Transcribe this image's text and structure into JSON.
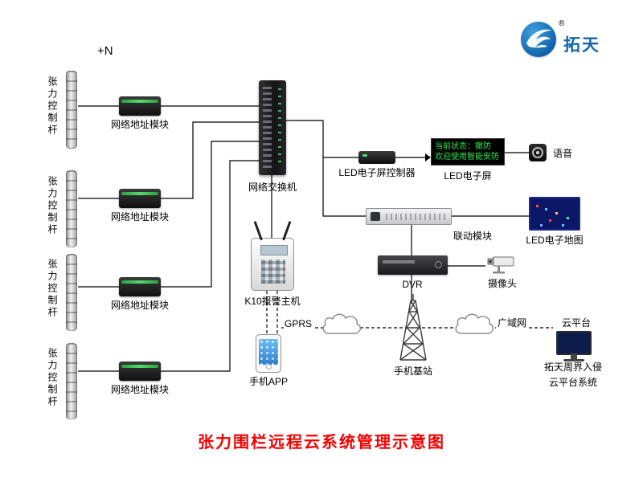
{
  "annotation": {
    "plus_n": "+N"
  },
  "logo": {
    "text": "拓天",
    "registered": "®"
  },
  "title": "张力围栏远程云系统管理示意图",
  "pole": {
    "label": "张力控制杆"
  },
  "address_module": {
    "label": "网络地址模块"
  },
  "network_switch": {
    "label": "网络交换机"
  },
  "led_controller": {
    "label": "LED电子屏控制器"
  },
  "led_screen": {
    "label": "LED电子屏",
    "display_line1": "当前状态：撤防",
    "display_line2": "欢迎使用智能安防"
  },
  "voice": {
    "label": "语音"
  },
  "linkage_module": {
    "label": "联动模块"
  },
  "led_map": {
    "label": "LED电子地图"
  },
  "dvr": {
    "label": "DVR"
  },
  "camera": {
    "label": "摄像头"
  },
  "alarm_host": {
    "label": "K10报警主机"
  },
  "gprs": {
    "label": "GPRS"
  },
  "phone_app": {
    "label": "手机APP"
  },
  "base_station": {
    "label": "手机基站"
  },
  "wan": {
    "label": "广域网"
  },
  "cloud_platform": {
    "label": "云平台",
    "caption_line1": "拓天周界入侵",
    "caption_line2": "云平台系统"
  }
}
